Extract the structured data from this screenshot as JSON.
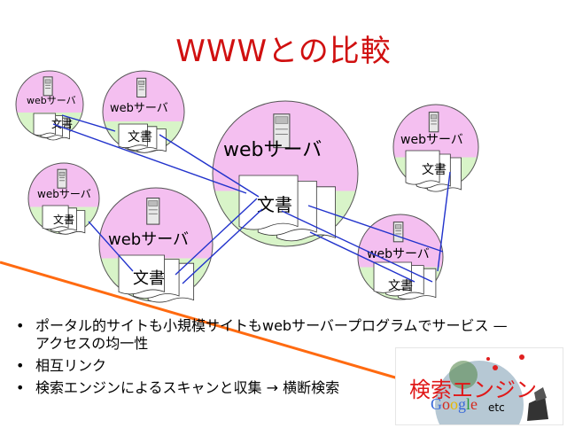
{
  "title": "WWWとの比較",
  "servers": [
    {
      "id": "s1",
      "server_label": "webサーバ",
      "doc_label": "文書"
    },
    {
      "id": "s2",
      "server_label": "webサーバ",
      "doc_label": "文書"
    },
    {
      "id": "s3",
      "server_label": "webサーバ",
      "doc_label": "文書"
    },
    {
      "id": "s4",
      "server_label": "webサーバ",
      "doc_label": "文書"
    },
    {
      "id": "s5",
      "server_label": "webサーバ",
      "doc_label": "文書"
    },
    {
      "id": "s6",
      "server_label": "webサーバ",
      "doc_label": "文書"
    },
    {
      "id": "s7",
      "server_label": "webサーバ",
      "doc_label": "文書"
    }
  ],
  "bullets": [
    "ポータル的サイトも小規模サイトもwebサーバープログラムでサービス — アクセスの均一性",
    "相互リンク",
    "検索エンジンによるスキャンと収集 → 横断検索"
  ],
  "search_engine": {
    "label": "検索エンジン",
    "logo_letters": [
      "G",
      "o",
      "o",
      "g",
      "l",
      "e"
    ],
    "logo_colors": [
      "#3b6ad8",
      "#d42a1e",
      "#e8b800",
      "#3b6ad8",
      "#2a9a3a",
      "#d42a1e"
    ],
    "etc": "etc"
  },
  "colors": {
    "title": "#d01010",
    "server_top": "#f4bff0",
    "server_bottom": "#d8f4c8",
    "link_line": "#2233cc",
    "crawl_line": "#ff6a10"
  }
}
